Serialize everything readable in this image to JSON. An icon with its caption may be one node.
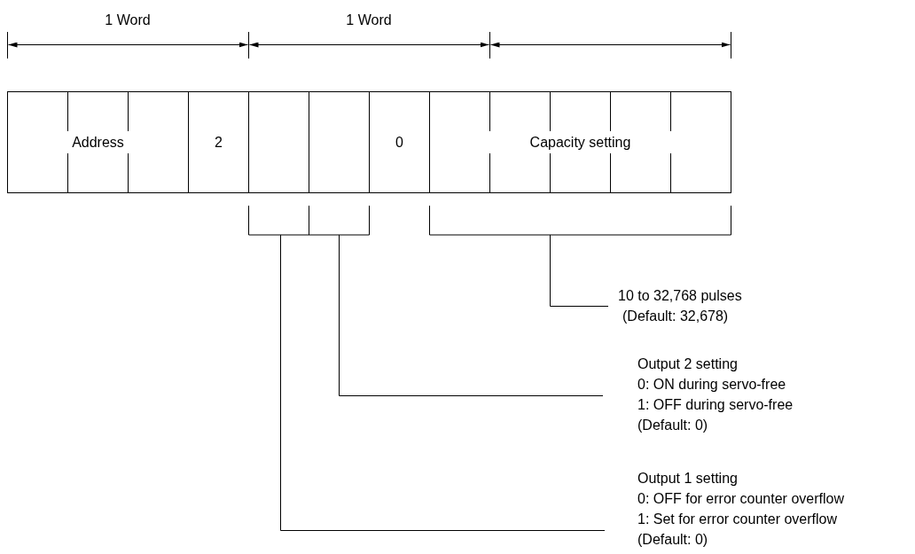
{
  "diagram": {
    "nodes": [
      {
        "text": [
          "Address"
        ]
      },
      {
        "text": [
          "2"
        ]
      },
      {
        "text": [],
        "shape": "box"
      },
      {
        "text": [],
        "shape": "box"
      },
      {
        "text": [
          "0"
        ]
      },
      {
        "text": [
          "Capacity setting"
        ]
      },
      {
        "text": [
          "10 to 32,768 pulses",
          "(Default: 32,678)"
        ]
      },
      {
        "text": [
          "Output 2 setting",
          "0: ON during servo-free",
          "1: OFF during servo-free",
          "(Default: 0)"
        ]
      },
      {
        "text": [
          "Output 1 setting",
          "0: OFF for error counter overflow",
          "1: Set for error counter overflow",
          "(Default: 0)"
        ]
      }
    ],
    "edges": [
      {
        "from": 6,
        "to": 5,
        "arrow": "none"
      },
      {
        "from": 7,
        "to": 3,
        "arrow": "none"
      },
      {
        "from": 8,
        "to": 2,
        "arrow": "none"
      }
    ],
    "labels": [
      "1 Word",
      "1 Word"
    ]
  }
}
